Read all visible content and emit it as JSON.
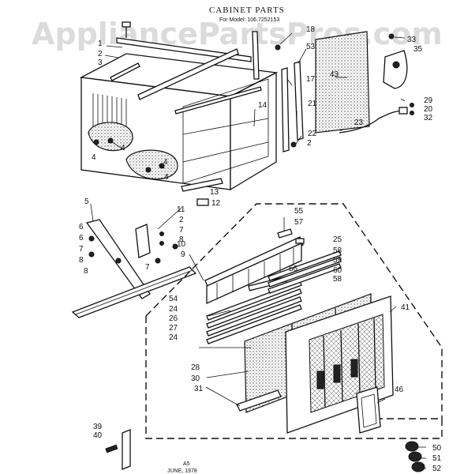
{
  "header": {
    "title": "CABINET PARTS",
    "model_line": "For Model: 106.7252153",
    "watermark": "AppliancePartsPros.com"
  },
  "footer": {
    "code": "A5",
    "date": "JUNE, 1978"
  },
  "callouts": [
    "1",
    "2",
    "3",
    "4",
    "4",
    "4",
    "4",
    "5",
    "6",
    "6",
    "7",
    "8",
    "8",
    "11",
    "2",
    "7",
    "7",
    "8",
    "10",
    "9",
    "18",
    "53",
    "17",
    "14",
    "21",
    "22",
    "2",
    "13",
    "12",
    "33",
    "35",
    "43",
    "23",
    "29",
    "20",
    "32",
    "55",
    "57",
    "25",
    "58",
    "59",
    "60",
    "56",
    "58",
    "54",
    "24",
    "26",
    "27",
    "24",
    "41",
    "28",
    "30",
    "31",
    "46",
    "39",
    "40",
    "50",
    "51",
    "52"
  ]
}
